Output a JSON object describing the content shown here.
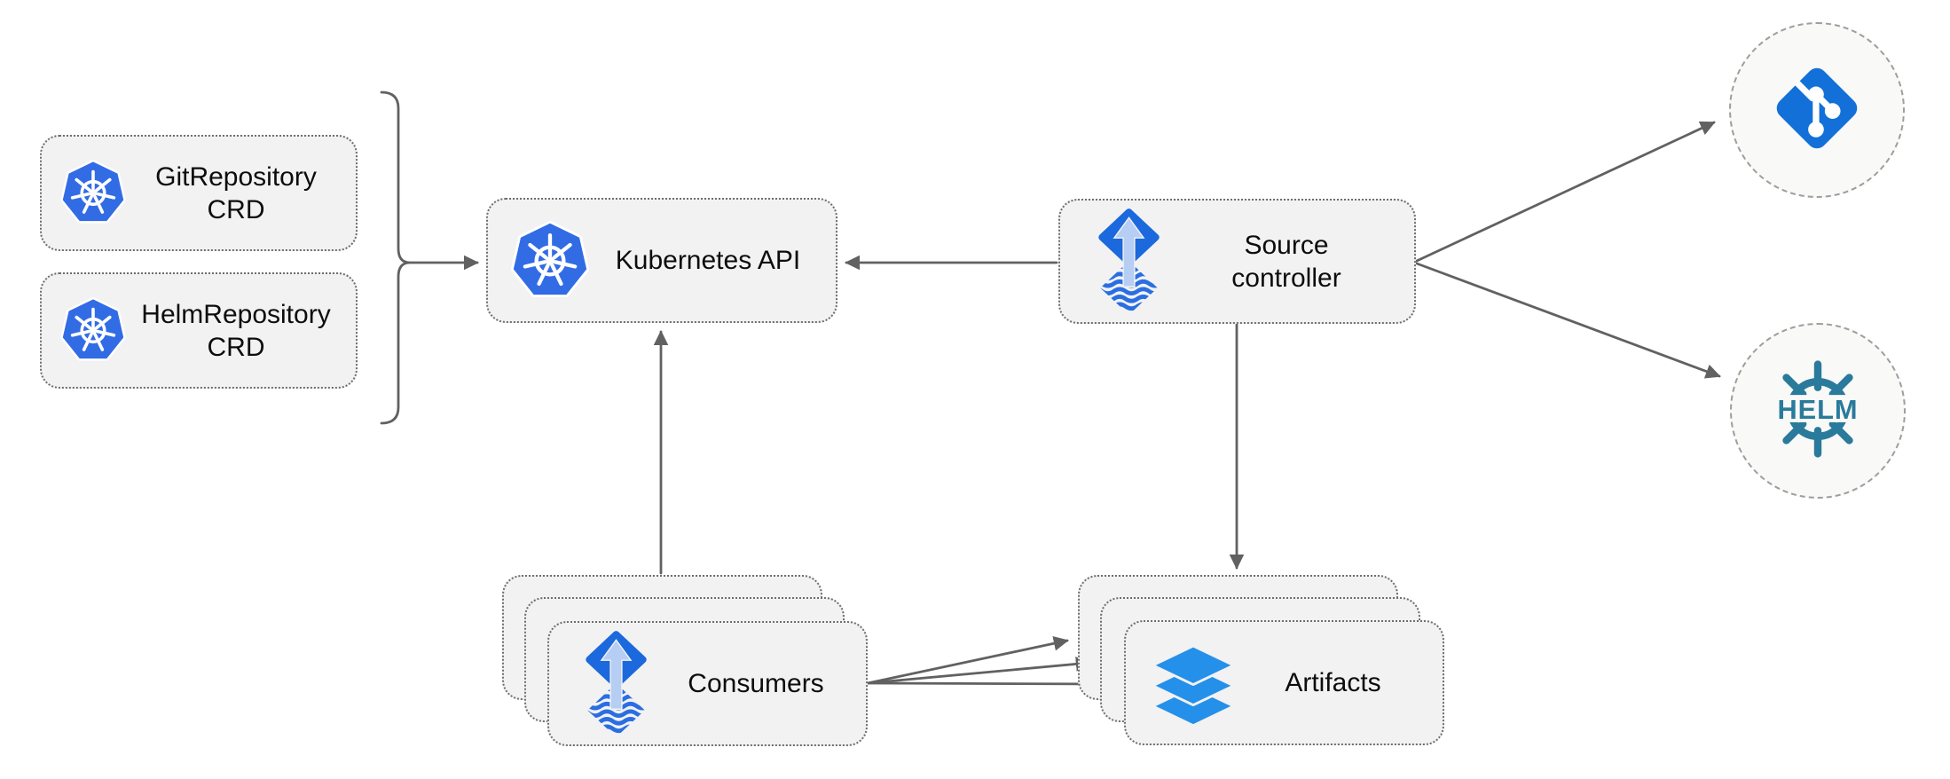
{
  "diagram": {
    "nodes": {
      "git_repo_crd": {
        "line1": "GitRepository",
        "line2": "CRD",
        "icon": "kubernetes-logo"
      },
      "helm_repo_crd": {
        "line1": "HelmRepository",
        "line2": "CRD",
        "icon": "kubernetes-logo"
      },
      "kubernetes_api": {
        "label": "Kubernetes API",
        "icon": "kubernetes-logo"
      },
      "source_controller": {
        "line1": "Source",
        "line2": "controller",
        "icon": "flux-logo"
      },
      "consumers": {
        "label": "Consumers",
        "stack_count": 3,
        "icon": "flux-logo"
      },
      "artifacts": {
        "label": "Artifacts",
        "stack_count": 3,
        "icon": "layers-logo"
      },
      "git_endpoint": {
        "icon": "git-logo"
      },
      "helm_endpoint": {
        "icon": "helm-logo",
        "logo_text": "HELM"
      }
    },
    "edges": [
      {
        "from": "git_repo_crd & helm_repo_crd",
        "to": "kubernetes_api",
        "style": "bracket-arrow"
      },
      {
        "from": "source_controller",
        "to": "kubernetes_api"
      },
      {
        "from": "consumers",
        "to": "kubernetes_api"
      },
      {
        "from": "source_controller",
        "to": "git_endpoint"
      },
      {
        "from": "source_controller",
        "to": "helm_endpoint"
      },
      {
        "from": "source_controller",
        "to": "artifacts"
      },
      {
        "from": "consumers",
        "to": "artifacts",
        "arrow_count": 3
      }
    ],
    "colors": {
      "kubernetes_blue": "#326ce5",
      "flux_blue": "#1b69dd",
      "flux_arrow_light": "#b6cdf4",
      "git_blue": "#1270d8",
      "helm_teal": "#2a7a9c",
      "layers_blue": "#2590ea",
      "node_fill": "#f2f2f2",
      "circle_fill": "#f9f9f7",
      "connector_gray": "#616161"
    }
  }
}
